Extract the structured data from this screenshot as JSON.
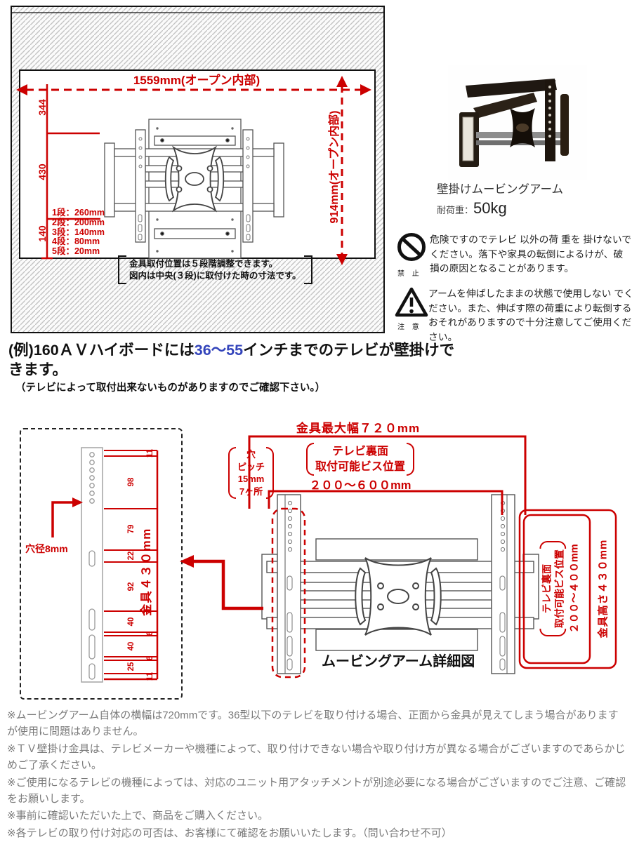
{
  "colors": {
    "red": "#cc0000",
    "blue": "#3344bb",
    "gray_text": "#7a7a7a",
    "line": "#111111"
  },
  "top_diagram": {
    "width_label": "1559mm(オープン内部)",
    "height_label": "914mm(オープン内部)",
    "dim_344": "344",
    "dim_430": "430",
    "dim_140": "140",
    "steps": [
      "1段：260mm",
      "2段：200mm",
      "3段：140mm",
      "4段：80mm",
      "5段：20mm"
    ],
    "note_line1": "金具取付位置は５段階調整できます。",
    "note_line2": "図内は中央(３段)に取付けた時の寸法です。"
  },
  "product": {
    "name": "壁掛けムービングアーム",
    "load_label": "耐荷重：",
    "load_value": "50kg"
  },
  "warnings": [
    {
      "caption": "禁 止",
      "text": "危険ですのでテレビ 以外の荷 重を 掛けないでください。落下や家具の転倒によるけが、破損の原因となることがあります。"
    },
    {
      "caption": "注 意",
      "text": "アームを伸ばしたままの状態で使用しない でください。また、伸ばす際の荷重により転倒するおそれがありますので十分注意してご使用ください。"
    }
  ],
  "heading": {
    "part1": "(例)160ＡＶハイボードには",
    "range": "36〜55",
    "part2": "インチまでのテレビが壁掛けできます。",
    "sub": "（テレビによって取付出来ないものがありますのでご確認下さい。）"
  },
  "bottom_diagram": {
    "max_width_label": "金具最大幅７２０mm",
    "vis_top": {
      "line1": "テレビ裏面",
      "line2": "取付可能ビス位置",
      "range": "２００〜６００mm"
    },
    "vis_right": {
      "line1": "テレビ裏面",
      "line2": "取付可能ビス位置",
      "range": "２００〜４００mm"
    },
    "height_label": "金具高さ４３０mm",
    "caption": "ムービングアーム詳細図",
    "left_detail": {
      "pitch_note": [
        "穴",
        "ピッチ",
        "15mm",
        "7ヶ所"
      ],
      "hole_dia": "穴径8mm",
      "bracket_height": "金具４３０mm",
      "segments": [
        "11",
        "98",
        "79",
        "22",
        "92",
        "40",
        "6",
        "40",
        "6",
        "25",
        "11"
      ]
    }
  },
  "notes": [
    "※ムービングアーム自体の横幅は720mmです。36型以下のテレビを取り付ける場合、正面から金具が見えてしまう場合がありますが使用に問題はありません。",
    "※ＴＶ壁掛け金具は、テレビメーカーや機種によって、取り付けできない場合や取り付け方が異なる場合がございますのであらかじめご了承ください。",
    "※ご使用になるテレビの機種によっては、対応のユニット用アタッチメントが別途必要になる場合がございますのでご注意、ご確認をお願いします。",
    "※事前に確認いただいた上で、商品をご購入ください。",
    "※各テレビの取り付け対応の可否は、お客様にて確認をお願いいたします。（問い合わせ不可）"
  ]
}
